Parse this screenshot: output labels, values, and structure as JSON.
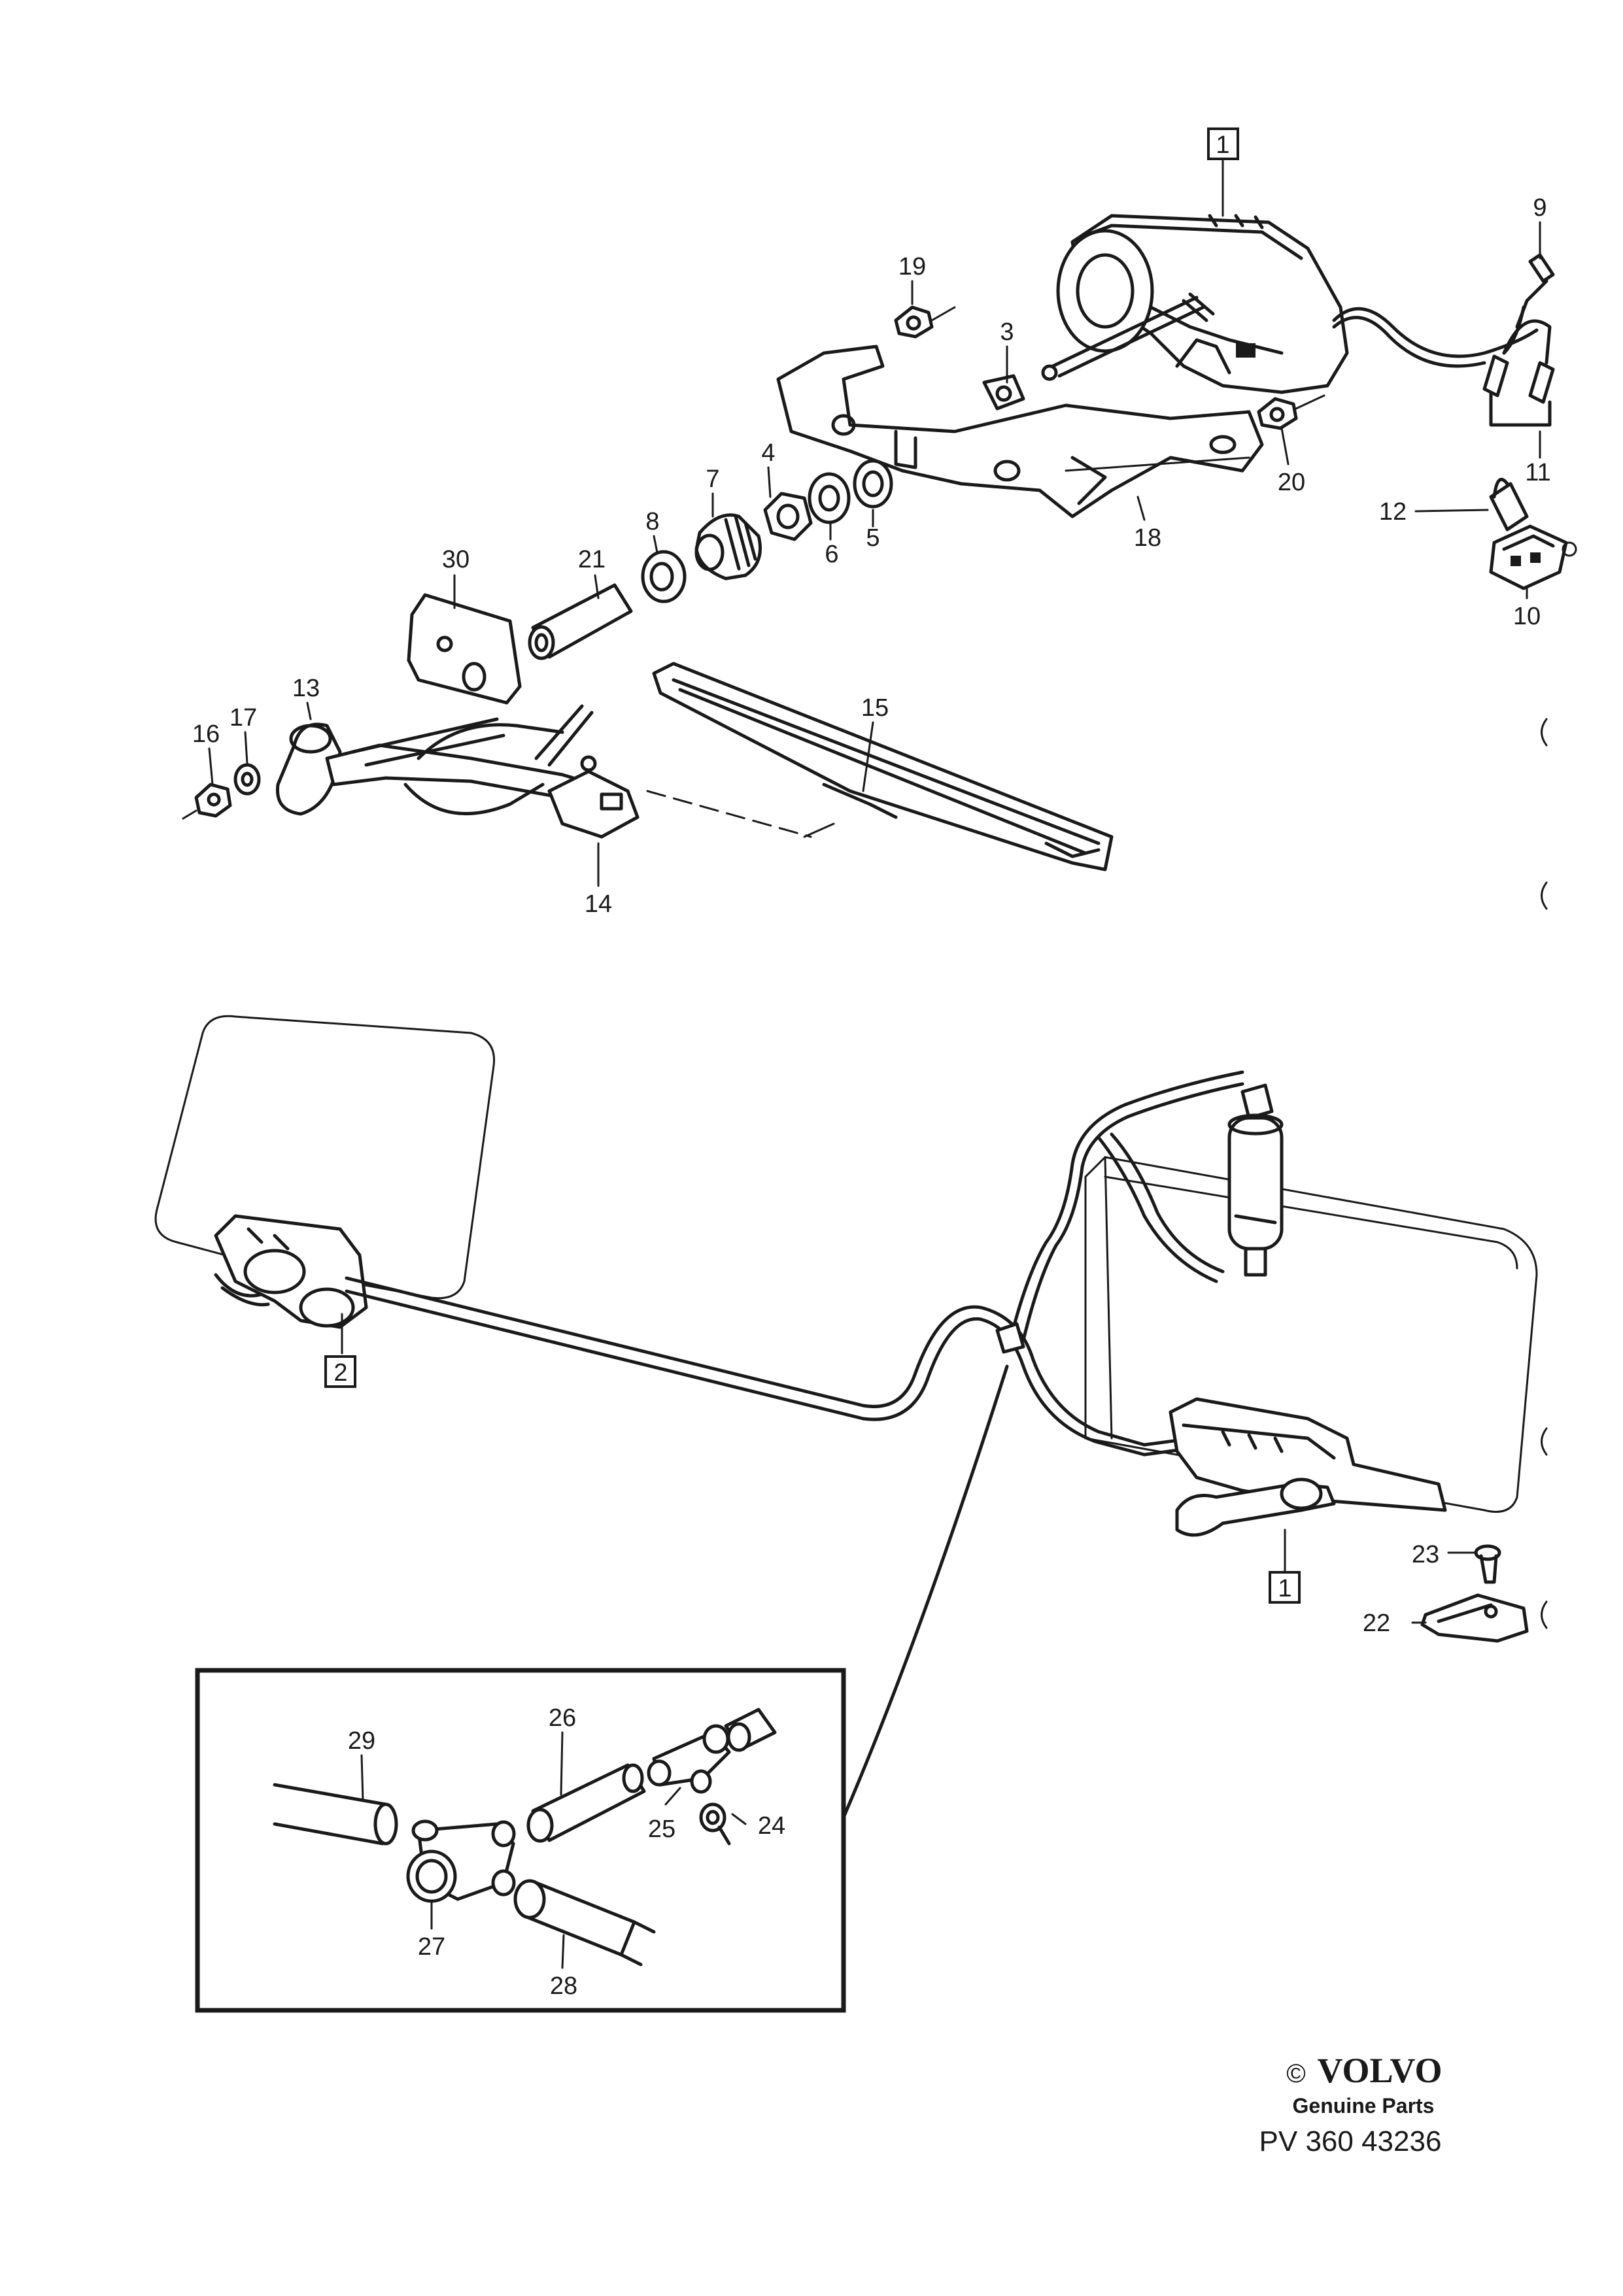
{
  "labels": {
    "p1_top": "1",
    "p1_bottom": "1",
    "p2": "2",
    "p3": "3",
    "p4": "4",
    "p5": "5",
    "p6": "6",
    "p7": "7",
    "p8": "8",
    "p9": "9",
    "p10": "10",
    "p11": "11",
    "p12": "12",
    "p13": "13",
    "p14": "14",
    "p15": "15",
    "p16": "16",
    "p17": "17",
    "p18": "18",
    "p19": "19",
    "p20": "20",
    "p21": "21",
    "p22": "22",
    "p23": "23",
    "p24": "24",
    "p25": "25",
    "p26": "26",
    "p27": "27",
    "p28": "28",
    "p29": "29",
    "p30": "30"
  },
  "footer": {
    "copyright": "©",
    "brand": "VOLVO",
    "subtitle": "Genuine Parts",
    "code": "PV 360 43236"
  }
}
